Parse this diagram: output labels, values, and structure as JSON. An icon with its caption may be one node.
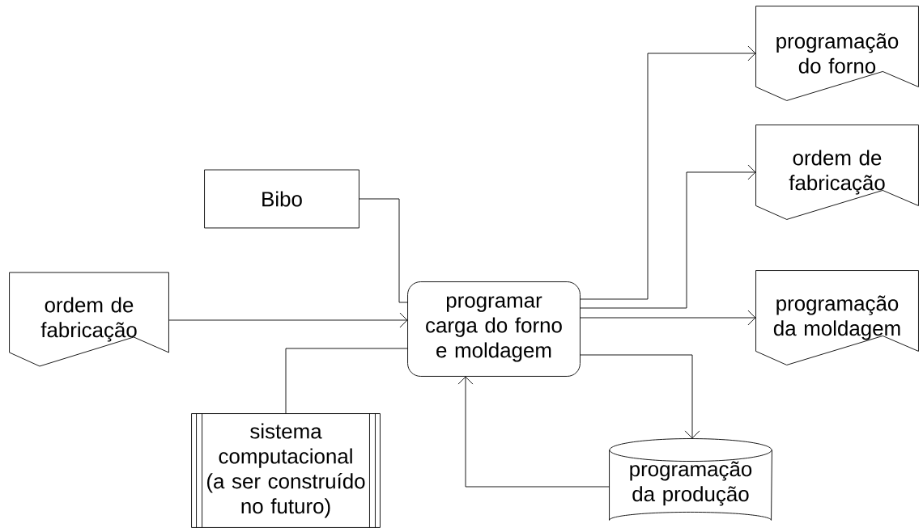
{
  "diagram": {
    "nodes": [
      {
        "text": [
          "Bibo"
        ]
      },
      {
        "text": [
          "ordem de fabricação"
        ]
      },
      {
        "text": [
          "programar carga do forno e moldagem"
        ]
      },
      {
        "text": [
          "sistema computacional (a ser construído no futuro)"
        ]
      },
      {
        "text": [
          "programação do forno"
        ]
      },
      {
        "text": [
          "ordem de fabricação"
        ]
      },
      {
        "text": [
          "programação da moldagem"
        ]
      },
      {
        "text": [
          "programação da produção"
        ]
      }
    ],
    "edges": [
      {
        "from": 0,
        "to": 2,
        "arrow": "none"
      },
      {
        "from": 1,
        "to": 2,
        "arrow": "to"
      },
      {
        "from": 3,
        "to": 2,
        "arrow": "none"
      },
      {
        "from": 2,
        "to": 4,
        "arrow": "to"
      },
      {
        "from": 2,
        "to": 5,
        "arrow": "to"
      },
      {
        "from": 2,
        "to": 6,
        "arrow": "to"
      },
      {
        "from": 2,
        "to": 7,
        "arrow": "to"
      },
      {
        "from": 7,
        "to": 2,
        "arrow": "to"
      }
    ]
  }
}
